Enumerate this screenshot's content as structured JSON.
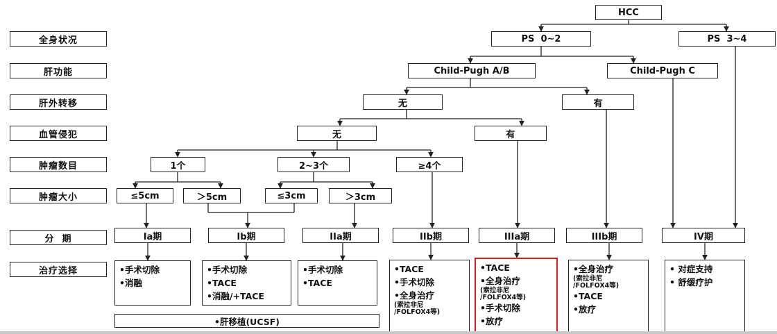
{
  "row_labels": {
    "general": "全身状况",
    "liver": "肝功能",
    "ext": "肝外转移",
    "vasc": "血管侵犯",
    "num": "肿瘤数目",
    "size": "肿瘤大小",
    "stage": "分  期",
    "treat": "治疗选择"
  },
  "nodes": {
    "hcc": "HCC",
    "ps02": "PS  0~2",
    "ps34": "PS  3~4",
    "cpab": "Child-Pugh A/B",
    "cpc": "Child-Pugh C",
    "ext_no": "无",
    "ext_yes": "有",
    "vasc_no": "无",
    "vasc_yes": "有",
    "n1": "1个",
    "n23": "2~3个",
    "n4": "≥4个",
    "s_le5": "≤5cm",
    "s_gt5": "＞5cm",
    "s_le3": "≤3cm",
    "s_gt3": "＞3cm"
  },
  "stages": {
    "ia": "Ia期",
    "ib": "Ib期",
    "iia": "IIa期",
    "iib": "IIb期",
    "iiia": "IIIa期",
    "iiib": "IIIb期",
    "iv": "IV期"
  },
  "treatments": {
    "ia": [
      "•手术切除",
      "•消融"
    ],
    "ib": [
      "•手术切除",
      "•TACE",
      "•消融/+TACE"
    ],
    "iia": [
      "•手术切除",
      "•TACE"
    ],
    "iib": {
      "l1": "•TACE",
      "l2": "•手术切除",
      "l3": "•全身治疗",
      "s1": "(索拉非尼",
      "s2": "/FOLFOX4等)"
    },
    "iiia": {
      "l1": "•TACE",
      "l2": "•全身治疗",
      "s1": "(索拉非尼",
      "s2": "/FOLFOX4等)",
      "l3": "•手术切除",
      "l4": "•放疗"
    },
    "iiib": {
      "l1": "•全身治疗",
      "s1": "(索拉非尼",
      "s2": "/FOLFOX4等)",
      "l2": "•TACE",
      "l3": "•放疗"
    },
    "iv": [
      "• 对症支持",
      "• 舒缓疗护"
    ],
    "transplant": "•肝移植(UCSF)"
  },
  "colors": {
    "highlight": "#e21b1b",
    "line": "#222222"
  }
}
